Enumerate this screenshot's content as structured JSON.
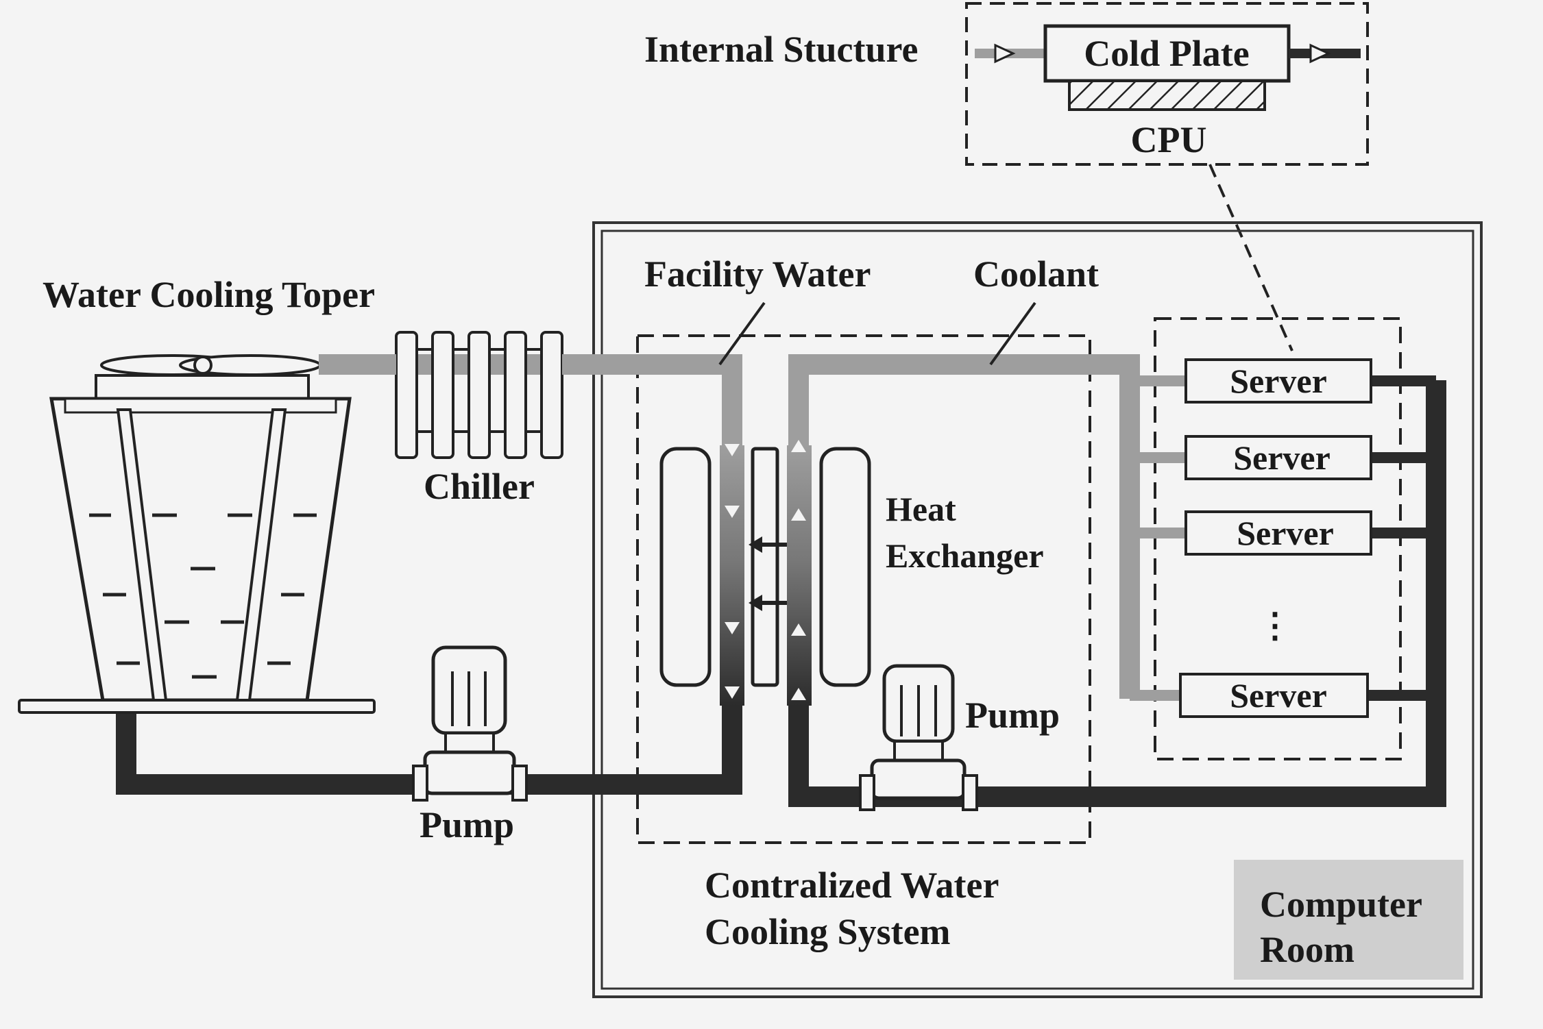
{
  "labels": {
    "internal_structure": "Internal Stucture",
    "cold_plate": "Cold Plate",
    "cpu": "CPU",
    "water_cooling_tower": "Water Cooling Toper",
    "chiller": "Chiller",
    "facility_water": "Facility Water",
    "coolant": "Coolant",
    "heat_exchanger_line1": "Heat",
    "heat_exchanger_line2": "Exchanger",
    "pump_left": "Pump",
    "pump_right": "Pump",
    "centralized_line1": "Contralized Water",
    "centralized_line2": "Cooling System",
    "computer_room_line1": "Computer",
    "computer_room_line2": "Room",
    "ellipsis": "⋮"
  },
  "servers": [
    "Server",
    "Server",
    "Server",
    "Server"
  ],
  "colors": {
    "background": "#f4f4f4",
    "supply_pipe": "#9e9e9e",
    "return_pipe": "#2b2b2b",
    "room_fill": "#cfcfcf",
    "outline": "#222222"
  },
  "icons": {
    "fan": "fan-icon",
    "pump": "pump-icon",
    "flow_arrow": "arrow-icon"
  }
}
